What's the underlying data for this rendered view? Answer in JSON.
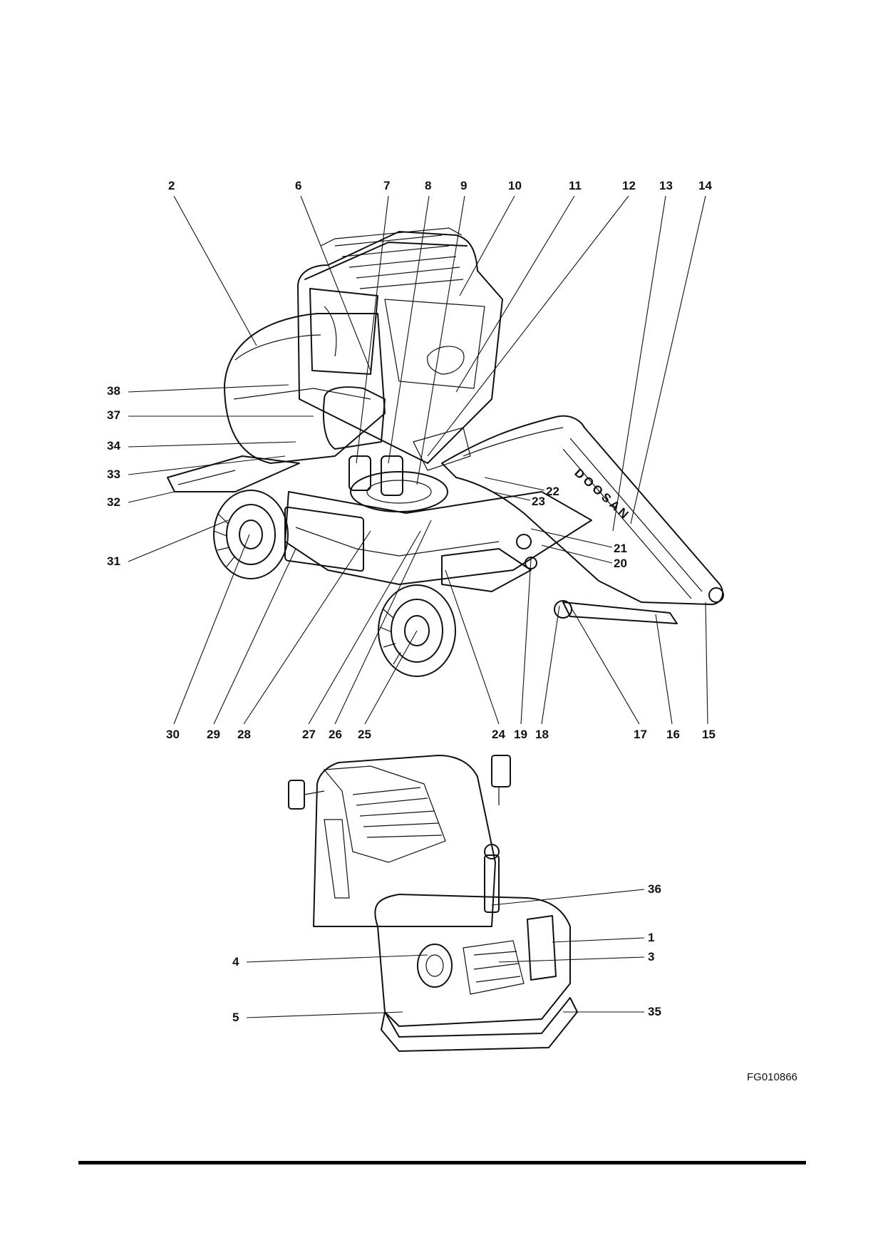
{
  "figure": {
    "code": "FG010866",
    "brand_marking": "DOOSAN",
    "top_callouts": [
      "2",
      "6",
      "7",
      "8",
      "9",
      "10",
      "11",
      "12",
      "13",
      "14"
    ],
    "left_callouts": [
      "38",
      "37",
      "34",
      "33",
      "32",
      "31"
    ],
    "right_callouts": [
      "22",
      "23",
      "21",
      "20"
    ],
    "bottom_callouts": [
      "30",
      "29",
      "28",
      "27",
      "26",
      "25",
      "24",
      "19",
      "18",
      "17",
      "16",
      "15"
    ],
    "lower_view_left_callouts": [
      "4",
      "5"
    ],
    "lower_view_right_callouts": [
      "36",
      "1",
      "3",
      "35"
    ]
  }
}
